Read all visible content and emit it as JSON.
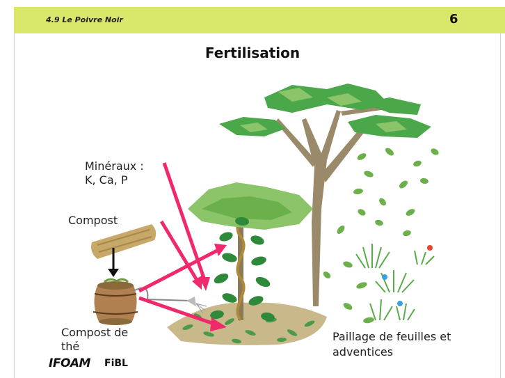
{
  "header": {
    "chapter": "4.9 Le Poivre Noir",
    "page_number": "6",
    "color": "#d9e86a"
  },
  "title": "Fertilisation",
  "labels": {
    "minerals_line1": "Minéraux :",
    "minerals_line2": "K, Ca, P",
    "compost": "Compost",
    "compost_tea_line1": "Compost de",
    "compost_tea_line2": "thé",
    "mulch_line1": "Paillage de feuilles et",
    "mulch_line2": "adventices"
  },
  "logos": {
    "ifoam": "IFOAM",
    "fibl": "FiBL"
  },
  "colors": {
    "arrow": "#f0286c",
    "leaf": "#4aa84a",
    "leaf_light": "#8cc46a",
    "trunk": "#9b8a6a"
  }
}
